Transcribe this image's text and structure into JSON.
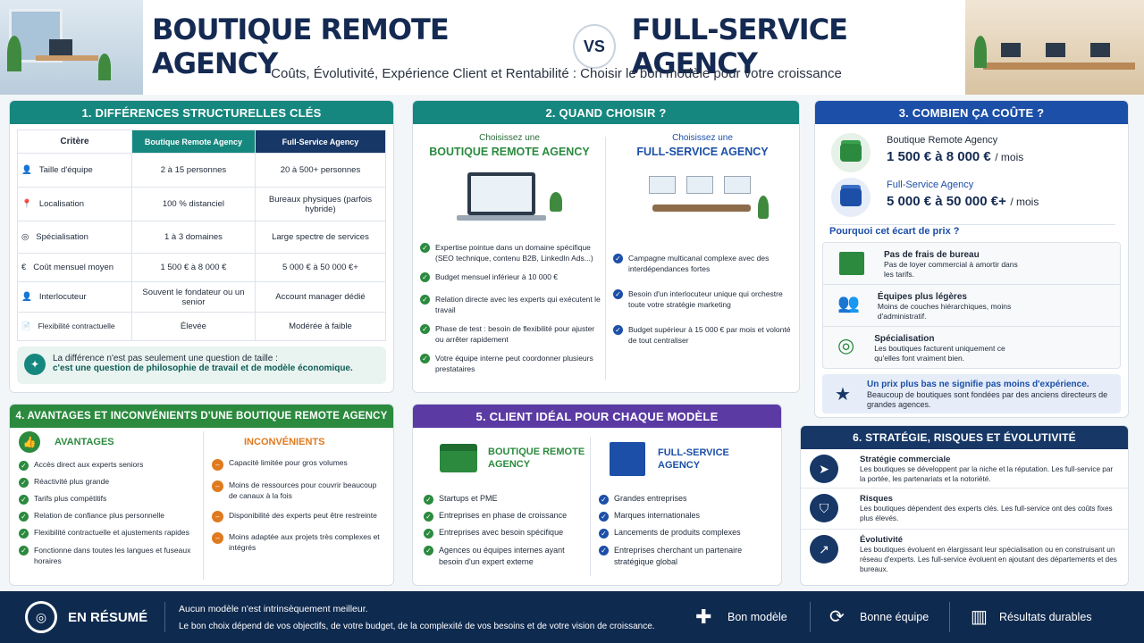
{
  "header": {
    "title_left": "BOUTIQUE REMOTE AGENCY",
    "vs": "VS",
    "title_right": "FULL-SERVICE AGENCY",
    "subtitle": "Coûts, Évolutivité, Expérience Client et Rentabilité : Choisir le bon modèle pour votre croissance"
  },
  "s1": {
    "title": "1. DIFFÉRENCES STRUCTURELLES CLÉS",
    "col_header": "Critère",
    "col_boutique": "Boutique Remote Agency",
    "col_full": "Full-Service Agency",
    "rows": [
      {
        "label": "Taille d'équipe",
        "b": "2 à 15 personnes",
        "f": "20 à 500+ personnes"
      },
      {
        "label": "Localisation",
        "b": "100 % distanciel",
        "f": "Bureaux physiques (parfois hybride)"
      },
      {
        "label": "Spécialisation",
        "b": "1 à 3 domaines",
        "f": "Large spectre de services"
      },
      {
        "label": "Coût mensuel moyen",
        "b": "1 500 € à 8 000 €",
        "f": "5 000 € à 50 000 €+"
      },
      {
        "label": "Interlocuteur",
        "b": "Souvent le fondateur ou un senior",
        "f": "Account manager dédié"
      },
      {
        "label": "Flexibilité contractuelle",
        "b": "Élevée",
        "f": "Modérée à faible"
      }
    ],
    "note1": "La différence n'est pas seulement une question de taille :",
    "note2": "c'est une question de philosophie de travail et de modèle économique."
  },
  "s2": {
    "title": "2. QUAND CHOISIR ?",
    "left_pre": "Choisissez une",
    "left_name": "BOUTIQUE REMOTE AGENCY",
    "right_pre": "Choisissez une",
    "right_name": "FULL-SERVICE AGENCY",
    "left_items": [
      "Expertise pointue dans un domaine spécifique (SEO technique, contenu B2B, LinkedIn Ads...)",
      "Budget mensuel inférieur à 10 000 €",
      "Relation directe avec les experts qui exécutent le travail",
      "Phase de test : besoin de flexibilité pour ajuster ou arrêter rapidement",
      "Votre équipe interne peut coordonner plusieurs prestataires"
    ],
    "right_items": [
      "Campagne multicanal complexe avec des interdépendances fortes",
      "Besoin d'un interlocuteur unique qui orchestre toute votre stratégie marketing",
      "Budget supérieur à 15 000 € par mois et volonté de tout centraliser"
    ]
  },
  "s3": {
    "title": "3. COMBIEN ÇA COÛTE ?",
    "b_name": "Boutique Remote Agency",
    "b_price": "1 500 € à 8 000 €",
    "b_unit": "/ mois",
    "f_name": "Full-Service Agency",
    "f_price": "5 000 € à 50 000 €+",
    "f_unit": "/ mois",
    "why": "Pourquoi cet écart de prix ?",
    "reasons": [
      {
        "t": "Pas de frais de bureau",
        "d": "Pas de loyer commercial à amortir dans les tarifs."
      },
      {
        "t": "Équipes plus légères",
        "d": "Moins de couches hiérarchiques, moins d'administratif."
      },
      {
        "t": "Spécialisation",
        "d": "Les boutiques facturent uniquement ce qu'elles font vraiment bien."
      }
    ],
    "note_t": "Un prix plus bas ne signifie pas moins d'expérience.",
    "note_d": "Beaucoup de boutiques sont fondées par des anciens directeurs de grandes agences."
  },
  "s4": {
    "title": "4. AVANTAGES ET INCONVÉNIENTS D'UNE BOUTIQUE REMOTE AGENCY",
    "pros_title": "AVANTAGES",
    "cons_title": "INCONVÉNIENTS",
    "pros": [
      "Accès direct aux experts seniors",
      "Réactivité plus grande",
      "Tarifs plus compétitifs",
      "Relation de confiance plus personnelle",
      "Flexibilité contractuelle et ajustements rapides",
      "Fonctionne dans toutes les langues et fuseaux horaires"
    ],
    "cons": [
      "Capacité limitée pour gros volumes",
      "Moins de ressources pour couvrir beaucoup de canaux à la fois",
      "Disponibilité des experts peut être restreinte",
      "Moins adaptée aux projets très complexes et intégrés"
    ]
  },
  "s5": {
    "title": "5. CLIENT IDÉAL POUR CHAQUE MODÈLE",
    "left_name": "BOUTIQUE REMOTE AGENCY",
    "right_name": "FULL-SERVICE AGENCY",
    "left": [
      "Startups et PME",
      "Entreprises en phase de croissance",
      "Entreprises avec besoin spécifique",
      "Agences ou équipes internes ayant besoin d'un expert externe"
    ],
    "right": [
      "Grandes entreprises",
      "Marques internationales",
      "Lancements de produits complexes",
      "Entreprises cherchant un partenaire stratégique global"
    ]
  },
  "s6": {
    "title": "6. STRATÉGIE, RISQUES ET ÉVOLUTIVITÉ",
    "items": [
      {
        "t": "Stratégie commerciale",
        "d": "Les boutiques se développent par la niche et la réputation. Les full-service par la portée, les partenariats et la notoriété."
      },
      {
        "t": "Risques",
        "d": "Les boutiques dépendent des experts clés. Les full-service ont des coûts fixes plus élevés."
      },
      {
        "t": "Évolutivité",
        "d": "Les boutiques évoluent en élargissant leur spécialisation ou en construisant un réseau d'experts. Les full-service évoluent en ajoutant des départements et des bureaux."
      }
    ]
  },
  "footer": {
    "title": "EN RÉSUMÉ",
    "line1": "Aucun modèle n'est intrinsèquement meilleur.",
    "line2": "Le bon choix dépend de vos objectifs, de votre budget, de la complexité de vos besoins et de votre vision de croissance.",
    "b1": "Bon modèle",
    "b2": "Bonne équipe",
    "b3": "Résultats durables"
  },
  "colors": {
    "navy": "#0f2a4f",
    "teal": "#16877e",
    "green": "#2b8a3e",
    "purple": "#5b3aa3",
    "blue": "#1c4fa8",
    "orange": "#e07a1f"
  }
}
